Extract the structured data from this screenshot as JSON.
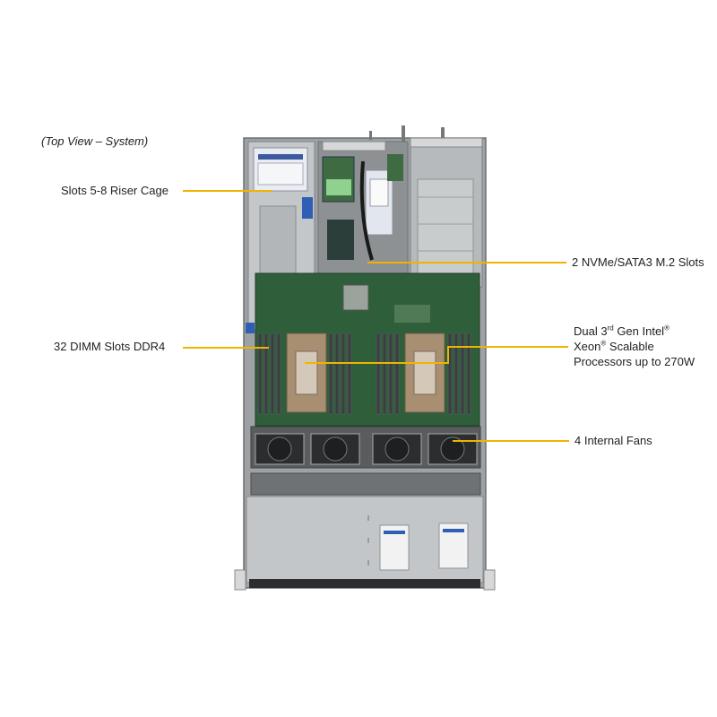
{
  "caption": "(Top View – System)",
  "callouts": {
    "riser": "Slots 5-8 Riser Cage",
    "m2": "2 NVMe/SATA3 M.2 Slots",
    "dimm": "32 DIMM Slots DDR4",
    "cpu": {
      "line1_pre": "Dual 3",
      "line1_sup1": "rd",
      "line1_mid": " Gen Intel",
      "line1_sup2": "®",
      "line2_pre": "Xeon",
      "line2_sup": "®",
      "line2_post": " Scalable",
      "line3": "Processors up to 270W"
    },
    "fans": "4 Internal  Fans"
  },
  "colors": {
    "leader": "#f0b400",
    "chassis_metal": "#c9cbcc",
    "board_green": "#2f5e3a"
  }
}
